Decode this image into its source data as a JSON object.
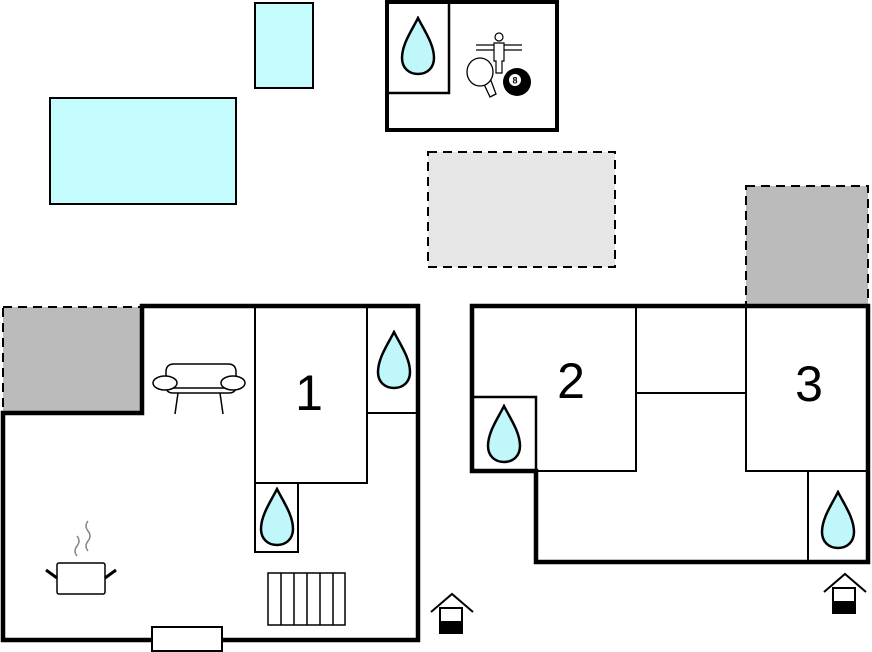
{
  "plan": {
    "rooms": [
      {
        "label": "1",
        "type": "bedroom"
      },
      {
        "label": "2",
        "type": "bedroom"
      },
      {
        "label": "3",
        "type": "bedroom"
      }
    ],
    "game_room": {
      "billiard_ball_number": "8",
      "icons": [
        "water-drop-icon",
        "foosball-icon",
        "ping-pong-icon",
        "billiard-ball-icon"
      ]
    },
    "icons": [
      "pool",
      "sofa-icon",
      "cooking-pot-icon",
      "stairs-icon",
      "entrance-icon",
      "water-drop-icon"
    ]
  },
  "colors": {
    "pool": "#c4fbfd",
    "terrace_light": "#e6e6e6",
    "terrace_dark": "#bbbbbb",
    "wall": "#000000",
    "drop": "#bff7fa"
  }
}
